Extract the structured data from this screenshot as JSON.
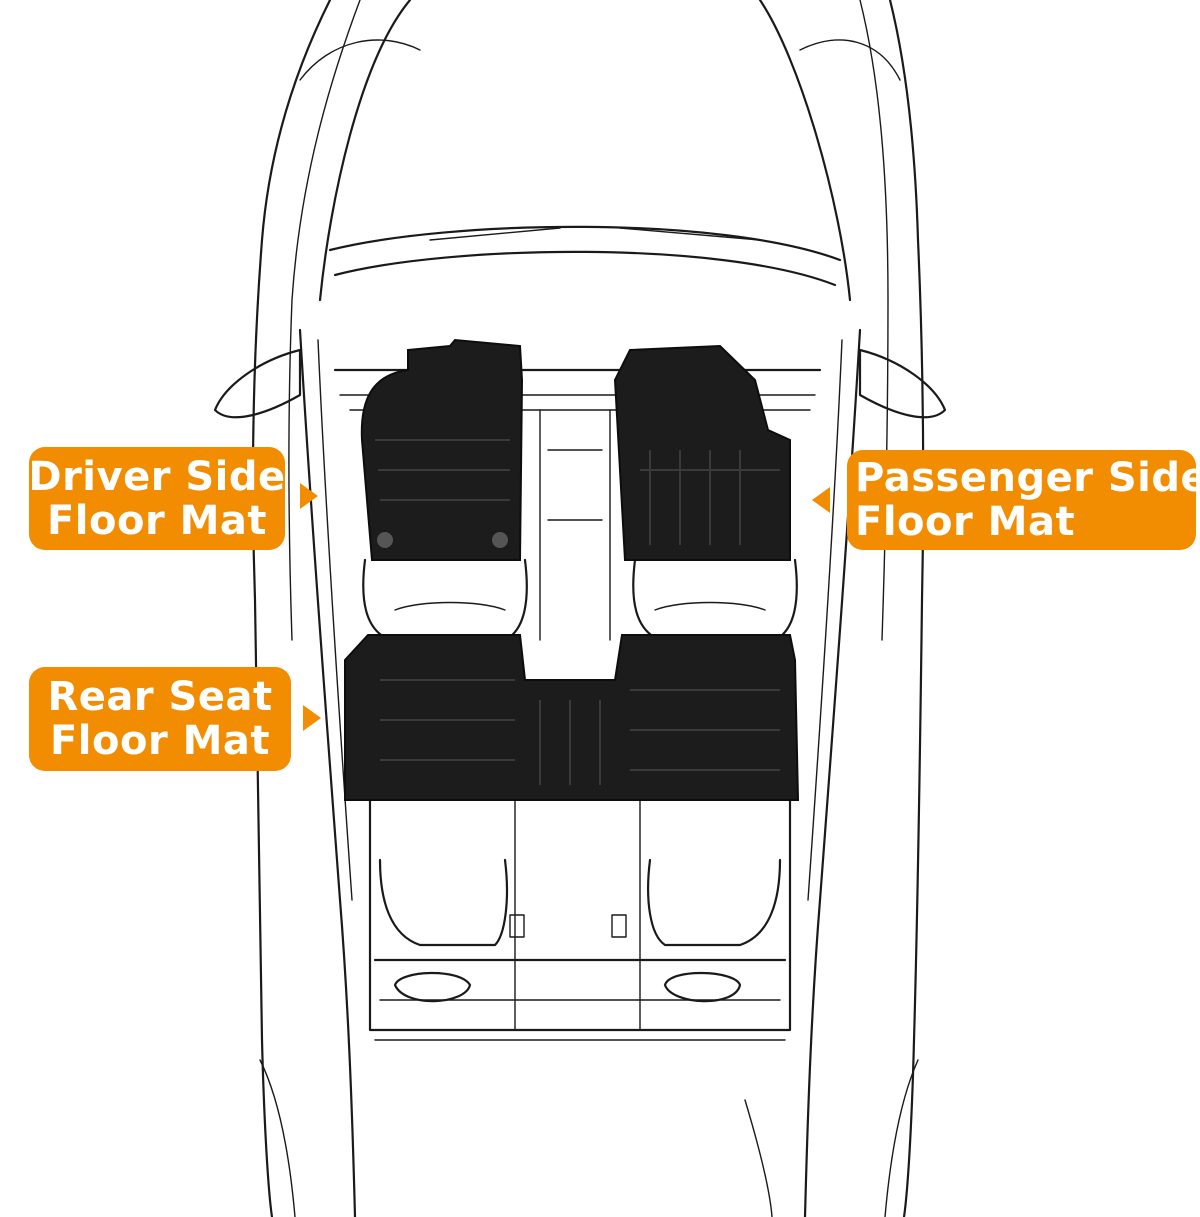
{
  "labels": {
    "driver": {
      "line1": "Driver Side",
      "line2": "Floor Mat"
    },
    "passenger": {
      "line1": "Passenger Side",
      "line2": "Floor Mat"
    },
    "rear": {
      "line1": "Rear Seat",
      "line2": "Floor Mat"
    }
  },
  "colors": {
    "accent": "#f28c00",
    "mat": "#1c1c1c",
    "outline": "#1a1a1a"
  }
}
